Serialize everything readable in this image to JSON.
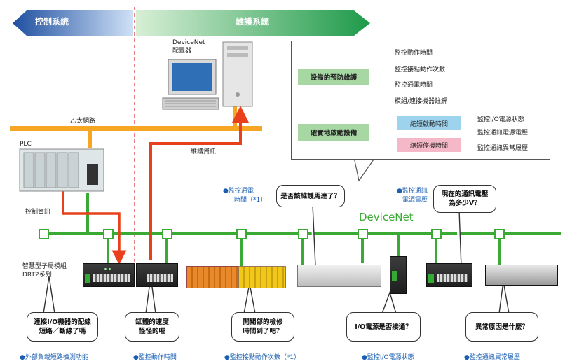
{
  "banner": {
    "left": "控制系統",
    "right": "維護系統"
  },
  "configurator": {
    "line1": "DeviceNet",
    "line2": "配置器"
  },
  "ethernet_label": "乙太網路",
  "maint_info_label": "維護資訊",
  "plc_label": "PLC",
  "control_info_label": "控制資訊",
  "devicenet_label": "DeviceNet",
  "drt2_label": {
    "line1": "智慧型子局模組",
    "line2": "DRT2系列"
  },
  "monitor_power_on": {
    "line1": "●監控通電",
    "line2": "時間（*1）"
  },
  "monitor_comm_power": {
    "line1": "●監控通訊",
    "line2": "電源電壓"
  },
  "top_bubbles": {
    "maintenance": "是否該維護馬達了？",
    "voltage": "現在的通訊電壓\n為多少V？"
  },
  "panel": {
    "preventive": "設備的預防維護",
    "preventive_items": [
      "監控動作時間",
      "監控接點動作次數",
      "監控通電時間",
      "模組/連接機器註解"
    ],
    "quick_start": "確實地啟動設備",
    "boxes": [
      "縮短啟動時間",
      "縮短停機時間"
    ],
    "right_items": [
      "監控I/O電源狀態",
      "監控通訊電源電壓",
      "監控通訊異常履歷"
    ]
  },
  "bottom_bubbles": [
    "連接I/O機器的配線\n短路／斷線了嗎",
    "缸體的速度\n怪怪的喔",
    "開關部的檢修\n時間到了吧？",
    "I/O電源是否接通？",
    "異常原因是什麼？"
  ],
  "bottom_features": [
    "●外部負載短路檢測功能",
    "●監控動作時間",
    "●監控接點動作次數（*1）",
    "●監控I/O電源狀態",
    "●監控通訊異常履歷"
  ],
  "colors": {
    "green": "#3aaa35",
    "orange": "#f6a623",
    "red": "#e8401c",
    "blue": "#1f6fb5",
    "navy": "#1a5fb4"
  }
}
